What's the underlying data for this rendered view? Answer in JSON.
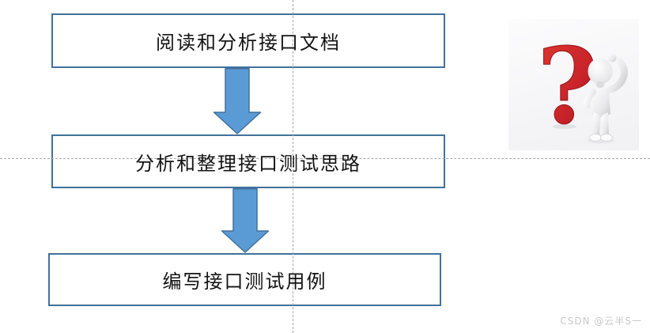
{
  "flowchart": {
    "steps": [
      {
        "label": "阅读和分析接口文档"
      },
      {
        "label": "分析和整理接口测试思路"
      },
      {
        "label": "编写接口测试用例"
      }
    ],
    "box_border_color": "#41719C",
    "arrow_fill_color": "#5B9BD5",
    "arrow_border_color": "#41719C",
    "guide_line_color": "#A6A6A6"
  },
  "illustration": {
    "name": "3d-figure-scratching-head-with-red-question-mark",
    "question_mark_glyph": "?",
    "question_mark_color": "#C9252B",
    "figure_color": "#E3E3E5"
  },
  "watermark": {
    "text": "CSDN @云半S一"
  }
}
